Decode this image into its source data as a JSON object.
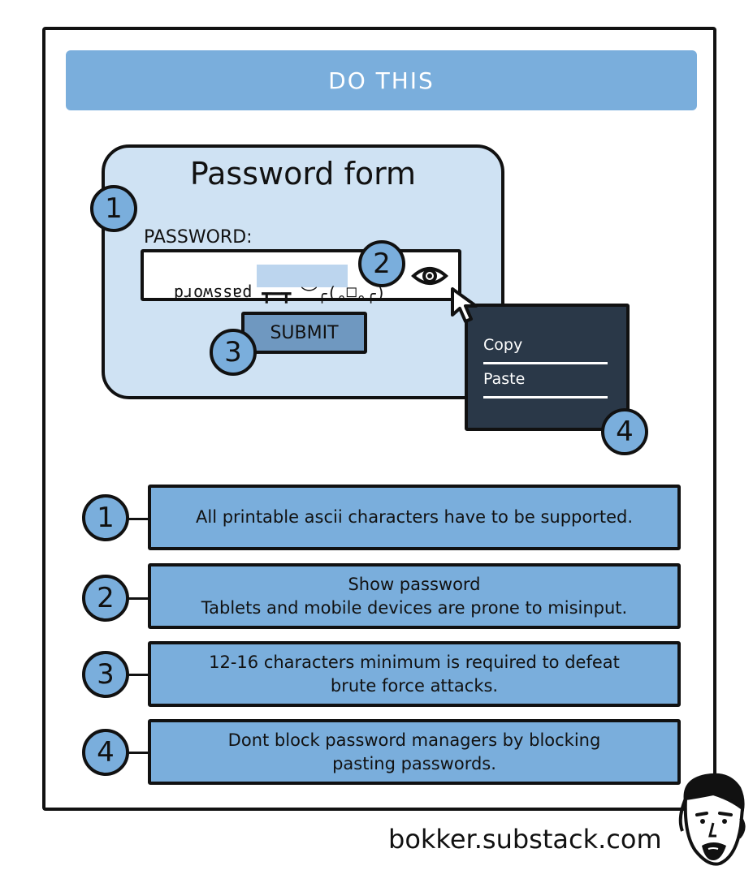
{
  "banner": {
    "title": "DO THIS"
  },
  "form": {
    "title": "Password form",
    "password_label": "PASSWORD:",
    "password_value": "(╯°□°)╯︵ ┻━┻ password",
    "submit_label": "SUBMIT"
  },
  "context_menu": {
    "copy": "Copy",
    "paste": "Paste"
  },
  "badges": {
    "b1": "1",
    "b2": "2",
    "b3": "3",
    "b4": "4"
  },
  "notes": [
    {
      "number": "1",
      "lines": [
        "All printable ascii characters have to be supported."
      ]
    },
    {
      "number": "2",
      "lines": [
        "Show password",
        "Tablets and mobile devices are prone to misinput."
      ]
    },
    {
      "number": "3",
      "lines": [
        "12-16 characters minimum is required to defeat",
        "brute force attacks."
      ]
    },
    {
      "number": "4",
      "lines": [
        "Dont block password managers by blocking",
        "pasting passwords."
      ]
    }
  ],
  "footer": {
    "site": "bokker.substack.com"
  },
  "colors": {
    "accent": "#7aaedc",
    "form_bg": "#cfe2f3",
    "menu_bg": "#2a3848"
  },
  "icons": {
    "eye": "eye-icon",
    "cursor": "mouse-cursor-icon",
    "avatar": "author-avatar"
  }
}
